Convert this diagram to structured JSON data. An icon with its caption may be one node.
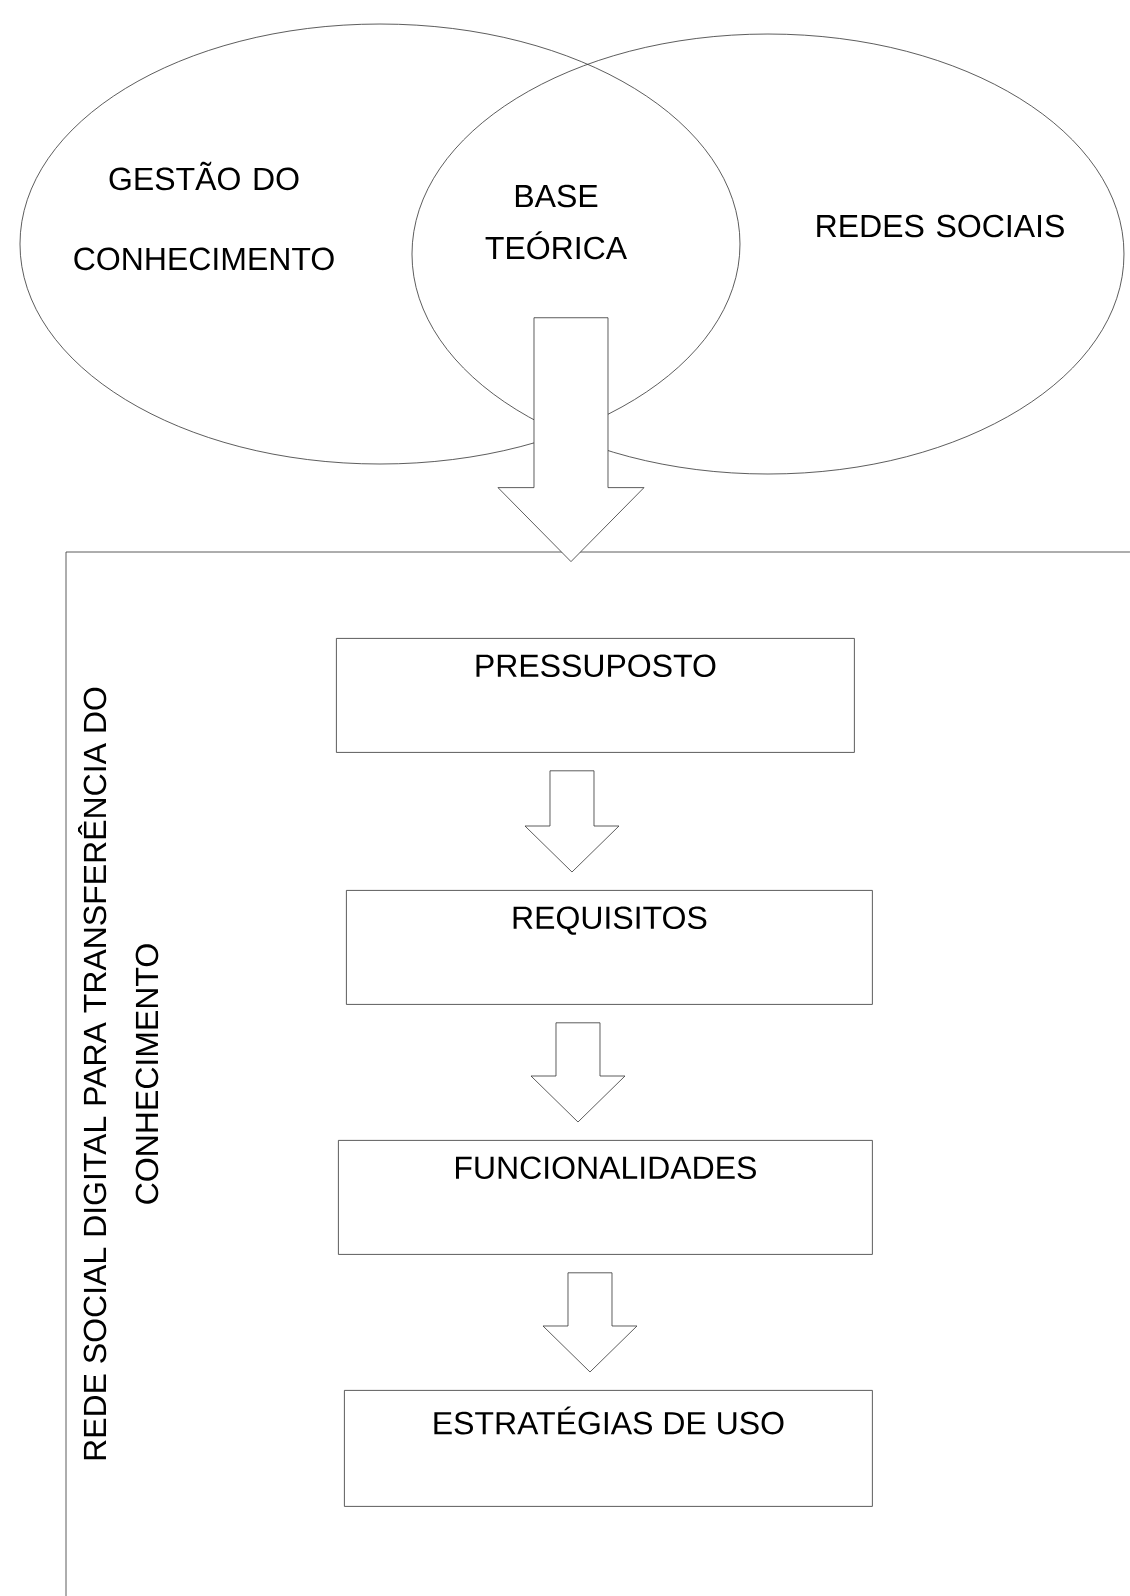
{
  "diagram": {
    "nodes": [
      {
        "text": [
          "GESTÃO DO CONHECIMENTO"
        ]
      },
      {
        "text": [
          "REDES SOCIAIS"
        ]
      },
      {
        "text": [
          "BASE TEÓRICA"
        ]
      },
      {
        "text": [
          "REDE SOCIAL DIGITAL PARA TRANSFERÊNCIA DO CONHECIMENTO"
        ]
      },
      {
        "text": [
          "PRESSUPOSTO"
        ],
        "in": 3
      },
      {
        "text": [
          "REQUISITOS"
        ],
        "in": 3
      },
      {
        "text": [
          "FUNCIONALIDADES"
        ],
        "in": 3
      },
      {
        "text": [
          "ESTRATÉGIAS DE USO"
        ],
        "in": 3
      }
    ],
    "edges": [
      {
        "from": 2,
        "to": 3,
        "arrow": "to"
      },
      {
        "from": 4,
        "to": 5,
        "arrow": "to"
      },
      {
        "from": 5,
        "to": 6,
        "arrow": "to"
      },
      {
        "from": 6,
        "to": 7,
        "arrow": "to"
      }
    ]
  }
}
